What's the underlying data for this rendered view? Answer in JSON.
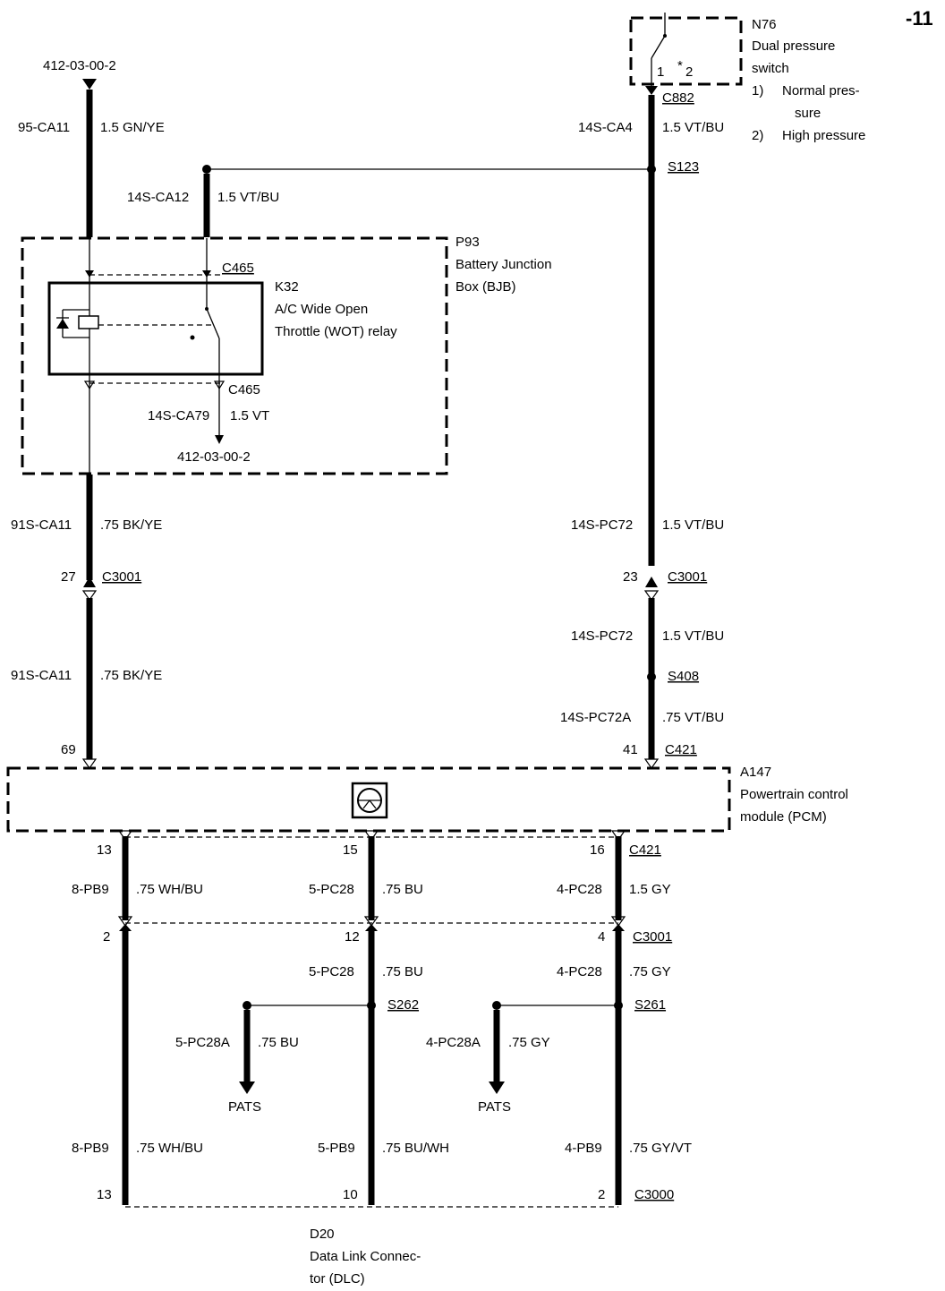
{
  "page_number": "-11",
  "components": {
    "n76": {
      "id": "N76",
      "lines": [
        "Dual pressure",
        "switch"
      ],
      "legend": [
        [
          "1)",
          "Normal pres-"
        ],
        [
          "",
          "sure"
        ],
        [
          "2)",
          "High pressure"
        ]
      ],
      "pin1": "1",
      "pin2": "2",
      "connector": "C882"
    },
    "p93": {
      "id": "P93",
      "lines": [
        "Battery Junction",
        "Box (BJB)"
      ]
    },
    "k32": {
      "id": "K32",
      "lines": [
        "A/C Wide Open",
        "Throttle (WOT) relay"
      ],
      "connector_top": "C465",
      "connector_bottom": "C465"
    },
    "a147": {
      "id": "A147",
      "lines": [
        "Powertrain control",
        "module (PCM)"
      ]
    },
    "d20": {
      "id": "D20",
      "lines": [
        "Data Link Connec-",
        "tor (DLC)"
      ]
    }
  },
  "references": {
    "top_left": "412-03-00-2",
    "relay_out": "412-03-00-2"
  },
  "splices": {
    "s123": "S123",
    "s408": "S408",
    "s262": "S262",
    "s261": "S261"
  },
  "wires": {
    "w95": {
      "circuit": "95-CA11",
      "spec": "1.5 GN/YE"
    },
    "w14ca4": {
      "circuit": "14S-CA4",
      "spec": "1.5 VT/BU"
    },
    "w14ca12": {
      "circuit": "14S-CA12",
      "spec": "1.5 VT/BU"
    },
    "w14ca79": {
      "circuit": "14S-CA79",
      "spec": "1.5 VT"
    },
    "w91a": {
      "circuit": "91S-CA11",
      "spec": ".75 BK/YE"
    },
    "w91b": {
      "circuit": "91S-CA11",
      "spec": ".75 BK/YE"
    },
    "wpc72a": {
      "circuit": "14S-PC72",
      "spec": "1.5 VT/BU"
    },
    "wpc72b": {
      "circuit": "14S-PC72",
      "spec": "1.5 VT/BU"
    },
    "wpc72c": {
      "circuit": "14S-PC72A",
      "spec": ".75 VT/BU"
    },
    "w8a": {
      "circuit": "8-PB9",
      "spec": ".75 WH/BU"
    },
    "w5a": {
      "circuit": "5-PC28",
      "spec": ".75 BU"
    },
    "w4a": {
      "circuit": "4-PC28",
      "spec": "1.5 GY"
    },
    "w5b": {
      "circuit": "5-PC28",
      "spec": ".75 BU"
    },
    "w4b": {
      "circuit": "4-PC28",
      "spec": ".75 GY"
    },
    "w5c": {
      "circuit": "5-PC28A",
      "spec": ".75 BU"
    },
    "w4c": {
      "circuit": "4-PC28A",
      "spec": ".75 GY"
    },
    "w8b": {
      "circuit": "8-PB9",
      "spec": ".75 WH/BU"
    },
    "w5d": {
      "circuit": "5-PB9",
      "spec": ".75 BU/WH"
    },
    "w4d": {
      "circuit": "4-PB9",
      "spec": ".75 GY/VT"
    }
  },
  "connectors": {
    "c3001_left": {
      "pin": "27",
      "name": "C3001"
    },
    "c3001_right": {
      "pin": "23",
      "name": "C3001"
    },
    "c421_in_left": {
      "pin": "69"
    },
    "c421_in_right": {
      "pin": "41",
      "name": "C421"
    },
    "c421_out": {
      "pins": [
        "13",
        "15",
        "16"
      ],
      "name": "C421"
    },
    "c3001_mid": {
      "pins": [
        "2",
        "12",
        "4"
      ],
      "name": "C3001"
    },
    "c3000": {
      "pins": [
        "13",
        "10",
        "2"
      ],
      "name": "C3000"
    }
  },
  "pats": {
    "left": "PATS",
    "right": "PATS"
  }
}
